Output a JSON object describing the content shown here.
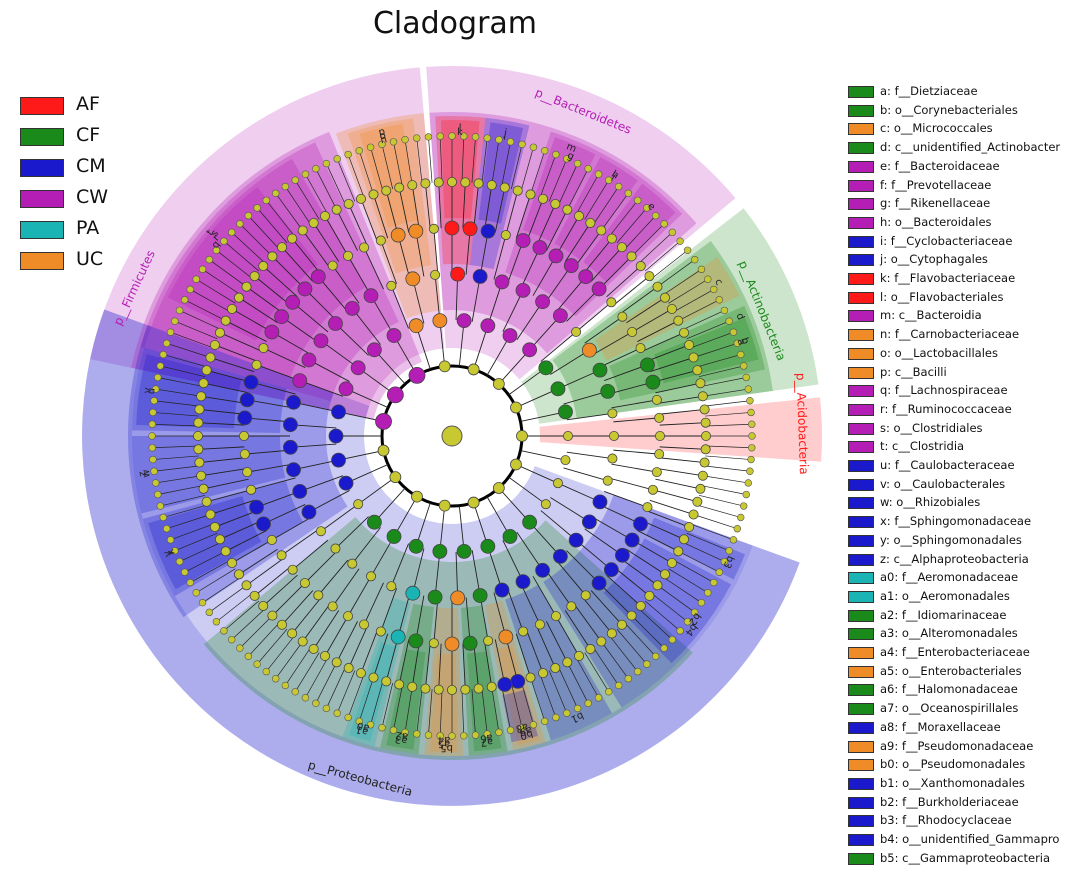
{
  "title": "Cladogram",
  "groups": [
    {
      "label": "AF",
      "color": "#ff1a1a"
    },
    {
      "label": "CF",
      "color": "#1a8a1a"
    },
    {
      "label": "CM",
      "color": "#1a1acc"
    },
    {
      "label": "CW",
      "color": "#b41eb4"
    },
    {
      "label": "PA",
      "color": "#1ab4b4"
    },
    {
      "label": "UC",
      "color": "#f08c28"
    }
  ],
  "phyla": [
    {
      "label": "p__Firmicutes",
      "group": "CW"
    },
    {
      "label": "p__Bacteroidetes",
      "group": "CW"
    },
    {
      "label": "p__Actinobacteria",
      "group": "CF"
    },
    {
      "label": "p__Acidobacteria",
      "group": "AF"
    },
    {
      "label": "p__Proteobacteria",
      "group": "CM"
    }
  ],
  "features": [
    {
      "code": "a:",
      "name": "f__Dietziaceae",
      "group": "CF"
    },
    {
      "code": "b:",
      "name": "o__Corynebacteriales",
      "group": "CF"
    },
    {
      "code": "c:",
      "name": "o__Micrococcales",
      "group": "UC"
    },
    {
      "code": "d:",
      "name": "c__unidentified_Actinobacter",
      "group": "CF"
    },
    {
      "code": "e:",
      "name": "f__Bacteroidaceae",
      "group": "CW"
    },
    {
      "code": "f:",
      "name": "f__Prevotellaceae",
      "group": "CW"
    },
    {
      "code": "g:",
      "name": "f__Rikenellaceae",
      "group": "CW"
    },
    {
      "code": "h:",
      "name": "o__Bacteroidales",
      "group": "CW"
    },
    {
      "code": "i:",
      "name": "f__Cyclobacteriaceae",
      "group": "CM"
    },
    {
      "code": "j:",
      "name": "o__Cytophagales",
      "group": "CM"
    },
    {
      "code": "k:",
      "name": "f__Flavobacteriaceae",
      "group": "AF"
    },
    {
      "code": "l:",
      "name": "o__Flavobacteriales",
      "group": "AF"
    },
    {
      "code": "m:",
      "name": "c__Bacteroidia",
      "group": "CW"
    },
    {
      "code": "n:",
      "name": "f__Carnobacteriaceae",
      "group": "UC"
    },
    {
      "code": "o:",
      "name": "o__Lactobacillales",
      "group": "UC"
    },
    {
      "code": "p:",
      "name": "c__Bacilli",
      "group": "UC"
    },
    {
      "code": "q:",
      "name": "f__Lachnospiraceae",
      "group": "CW"
    },
    {
      "code": "r:",
      "name": "f__Ruminococcaceae",
      "group": "CW"
    },
    {
      "code": "s:",
      "name": "o__Clostridiales",
      "group": "CW"
    },
    {
      "code": "t:",
      "name": "c__Clostridia",
      "group": "CW"
    },
    {
      "code": "u:",
      "name": "f__Caulobacteraceae",
      "group": "CM"
    },
    {
      "code": "v:",
      "name": "o__Caulobacterales",
      "group": "CM"
    },
    {
      "code": "w:",
      "name": "o__Rhizobiales",
      "group": "CM"
    },
    {
      "code": "x:",
      "name": "f__Sphingomonadaceae",
      "group": "CM"
    },
    {
      "code": "y:",
      "name": "o__Sphingomonadales",
      "group": "CM"
    },
    {
      "code": "z:",
      "name": "c__Alphaproteobacteria",
      "group": "CM"
    },
    {
      "code": "a0:",
      "name": "f__Aeromonadaceae",
      "group": "PA"
    },
    {
      "code": "a1:",
      "name": "o__Aeromonadales",
      "group": "PA"
    },
    {
      "code": "a2:",
      "name": "f__Idiomarinaceae",
      "group": "CF"
    },
    {
      "code": "a3:",
      "name": "o__Alteromonadales",
      "group": "CF"
    },
    {
      "code": "a4:",
      "name": "f__Enterobacteriaceae",
      "group": "UC"
    },
    {
      "code": "a5:",
      "name": "o__Enterobacteriales",
      "group": "UC"
    },
    {
      "code": "a6:",
      "name": "f__Halomonadaceae",
      "group": "CF"
    },
    {
      "code": "a7:",
      "name": "o__Oceanospirillales",
      "group": "CF"
    },
    {
      "code": "a8:",
      "name": "f__Moraxellaceae",
      "group": "CM"
    },
    {
      "code": "a9:",
      "name": "f__Pseudomonadaceae",
      "group": "UC"
    },
    {
      "code": "b0:",
      "name": "o__Pseudomonadales",
      "group": "UC"
    },
    {
      "code": "b1:",
      "name": "o__Xanthomonadales",
      "group": "CM"
    },
    {
      "code": "b2:",
      "name": "f__Burkholderiaceae",
      "group": "CM"
    },
    {
      "code": "b3:",
      "name": "f__Rhodocyclaceae",
      "group": "CM"
    },
    {
      "code": "b4:",
      "name": "o__unidentified_Gammapro",
      "group": "CM"
    },
    {
      "code": "b5:",
      "name": "c__Gammaproteobacteria",
      "group": "CF"
    }
  ]
}
